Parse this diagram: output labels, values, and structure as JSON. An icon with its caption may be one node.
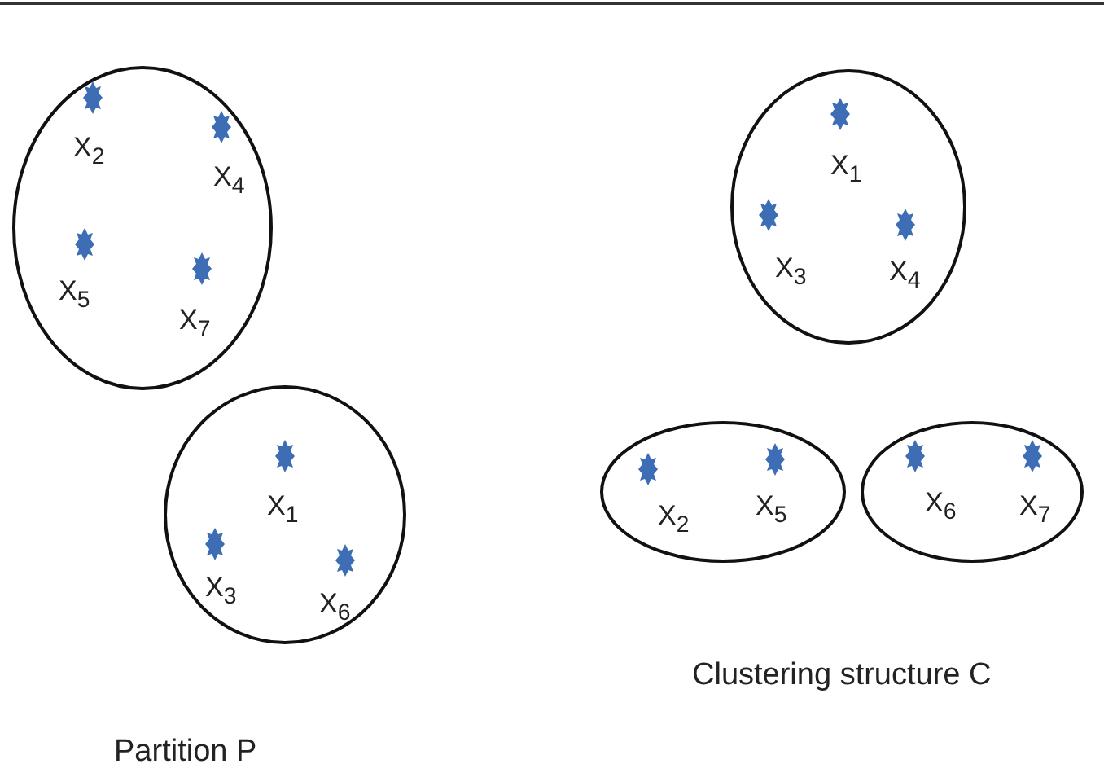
{
  "diagram": {
    "nodes": [
      {
        "text": [],
        "shape": "ellipse"
      },
      {
        "text": [
          "X$_{2}$"
        ],
        "in": 0
      },
      {
        "text": [
          "X$_{4}$"
        ],
        "in": 0
      },
      {
        "text": [
          "X$_{5}$"
        ],
        "in": 0
      },
      {
        "text": [
          "X$_{7}$"
        ],
        "in": 0
      },
      {
        "text": [],
        "shape": "ellipse"
      },
      {
        "text": [
          "X$_{1}$"
        ],
        "in": 5
      },
      {
        "text": [
          "X$_{3}$"
        ],
        "in": 5
      },
      {
        "text": [
          "X$_{6}$"
        ],
        "in": 5
      },
      {
        "text": [],
        "shape": "ellipse"
      },
      {
        "text": [
          "X$_{1}$"
        ],
        "in": 9
      },
      {
        "text": [
          "X$_{3}$"
        ],
        "in": 9
      },
      {
        "text": [
          "X$_{4}$"
        ],
        "in": 9
      },
      {
        "text": [],
        "shape": "ellipse"
      },
      {
        "text": [
          "X$_{2}$"
        ],
        "in": 13
      },
      {
        "text": [
          "X$_{5}$"
        ],
        "in": 13
      },
      {
        "text": [],
        "shape": "ellipse"
      },
      {
        "text": [
          "X$_{6}$"
        ],
        "in": 16
      },
      {
        "text": [
          "X$_{7}$"
        ],
        "in": 16
      }
    ],
    "edges": [],
    "labels": [
      "Clustering structure C",
      "Partition P"
    ]
  }
}
